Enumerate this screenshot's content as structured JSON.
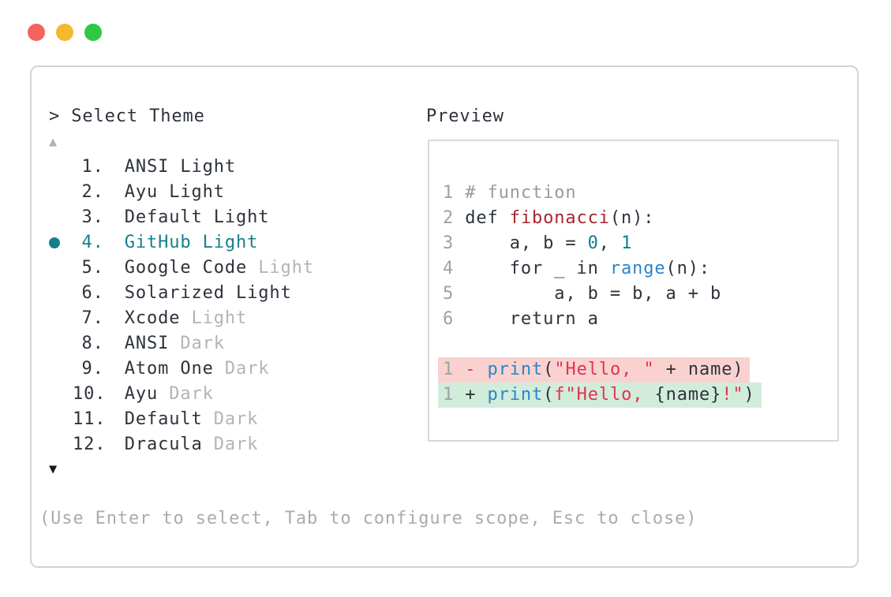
{
  "window": {
    "controls": [
      {
        "name": "close-window-button",
        "color_key": "tl_red"
      },
      {
        "name": "minimize-window-button",
        "color_key": "tl_yellow"
      },
      {
        "name": "zoom-window-button",
        "color_key": "tl_green"
      }
    ]
  },
  "picker": {
    "prompt": "> Select Theme",
    "scroll_up_symbol": "▲",
    "scroll_down_symbol": "▼",
    "selected_bullet": "●",
    "items": [
      {
        "number": "1.",
        "name": "ANSI Light",
        "muted_suffix": "",
        "selected": false
      },
      {
        "number": "2.",
        "name": "Ayu Light",
        "muted_suffix": "",
        "selected": false
      },
      {
        "number": "3.",
        "name": "Default Light",
        "muted_suffix": "",
        "selected": false
      },
      {
        "number": "4.",
        "name": "GitHub Light",
        "muted_suffix": "",
        "selected": true
      },
      {
        "number": "5.",
        "name": "Google Code",
        "muted_suffix": " Light",
        "selected": false
      },
      {
        "number": "6.",
        "name": "Solarized Light",
        "muted_suffix": "",
        "selected": false
      },
      {
        "number": "7.",
        "name": "Xcode",
        "muted_suffix": " Light",
        "selected": false
      },
      {
        "number": "8.",
        "name": "ANSI",
        "muted_suffix": " Dark",
        "selected": false
      },
      {
        "number": "9.",
        "name": "Atom One",
        "muted_suffix": " Dark",
        "selected": false
      },
      {
        "number": "10.",
        "name": "Ayu",
        "muted_suffix": " Dark",
        "selected": false
      },
      {
        "number": "11.",
        "name": "Default",
        "muted_suffix": " Dark",
        "selected": false
      },
      {
        "number": "12.",
        "name": "Dracula",
        "muted_suffix": " Dark",
        "selected": false
      }
    ],
    "footer_hint": "(Use Enter to select, Tab to configure scope, Esc to close)"
  },
  "preview": {
    "title": "Preview",
    "code_lines": [
      {
        "ln": "1",
        "tokens": [
          [
            "comment",
            "# function"
          ]
        ]
      },
      {
        "ln": "2",
        "tokens": [
          [
            "plain",
            "def "
          ],
          [
            "func",
            "fibonacci"
          ],
          [
            "plain",
            "(n):"
          ]
        ]
      },
      {
        "ln": "3",
        "tokens": [
          [
            "plain",
            "    a, b = "
          ],
          [
            "number",
            "0"
          ],
          [
            "plain",
            ", "
          ],
          [
            "number",
            "1"
          ]
        ]
      },
      {
        "ln": "4",
        "tokens": [
          [
            "plain",
            "    for _ in "
          ],
          [
            "call",
            "range"
          ],
          [
            "plain",
            "(n):"
          ]
        ]
      },
      {
        "ln": "5",
        "tokens": [
          [
            "plain",
            "        a, b = b, a + b"
          ]
        ]
      },
      {
        "ln": "6",
        "tokens": [
          [
            "plain",
            "    return a"
          ]
        ]
      },
      {
        "blank": true
      },
      {
        "ln": "1",
        "bg": "removed",
        "tokens": [
          [
            "sign-removed",
            "- "
          ],
          [
            "call",
            "print"
          ],
          [
            "plain",
            "("
          ],
          [
            "string",
            "\"Hello, \""
          ],
          [
            "plain",
            " + name)"
          ]
        ]
      },
      {
        "ln": "1",
        "bg": "added",
        "tokens": [
          [
            "sign-added",
            "+ "
          ],
          [
            "call",
            "print"
          ],
          [
            "plain",
            "("
          ],
          [
            "string",
            "f\"Hello, "
          ],
          [
            "plain",
            "{name}"
          ],
          [
            "string",
            "!\""
          ],
          [
            "plain",
            ")"
          ]
        ]
      }
    ]
  },
  "colors": {
    "text": "#2d333b",
    "muted": "#b4b4b4",
    "accent": "#15808a",
    "ln": "#9da2a6",
    "comment": "#9a9e91",
    "func": "#a7262e",
    "call": "#2b85cc",
    "string": "#e23350",
    "numlit": "#0e7e8a",
    "removed_bg": "#f9d2d0",
    "added_bg": "#d2ecdb",
    "border": "#d3d3d3",
    "footer": "#a9acae",
    "tl_red": "#f4635e",
    "tl_yellow": "#f6b82c",
    "tl_green": "#2fc743"
  }
}
